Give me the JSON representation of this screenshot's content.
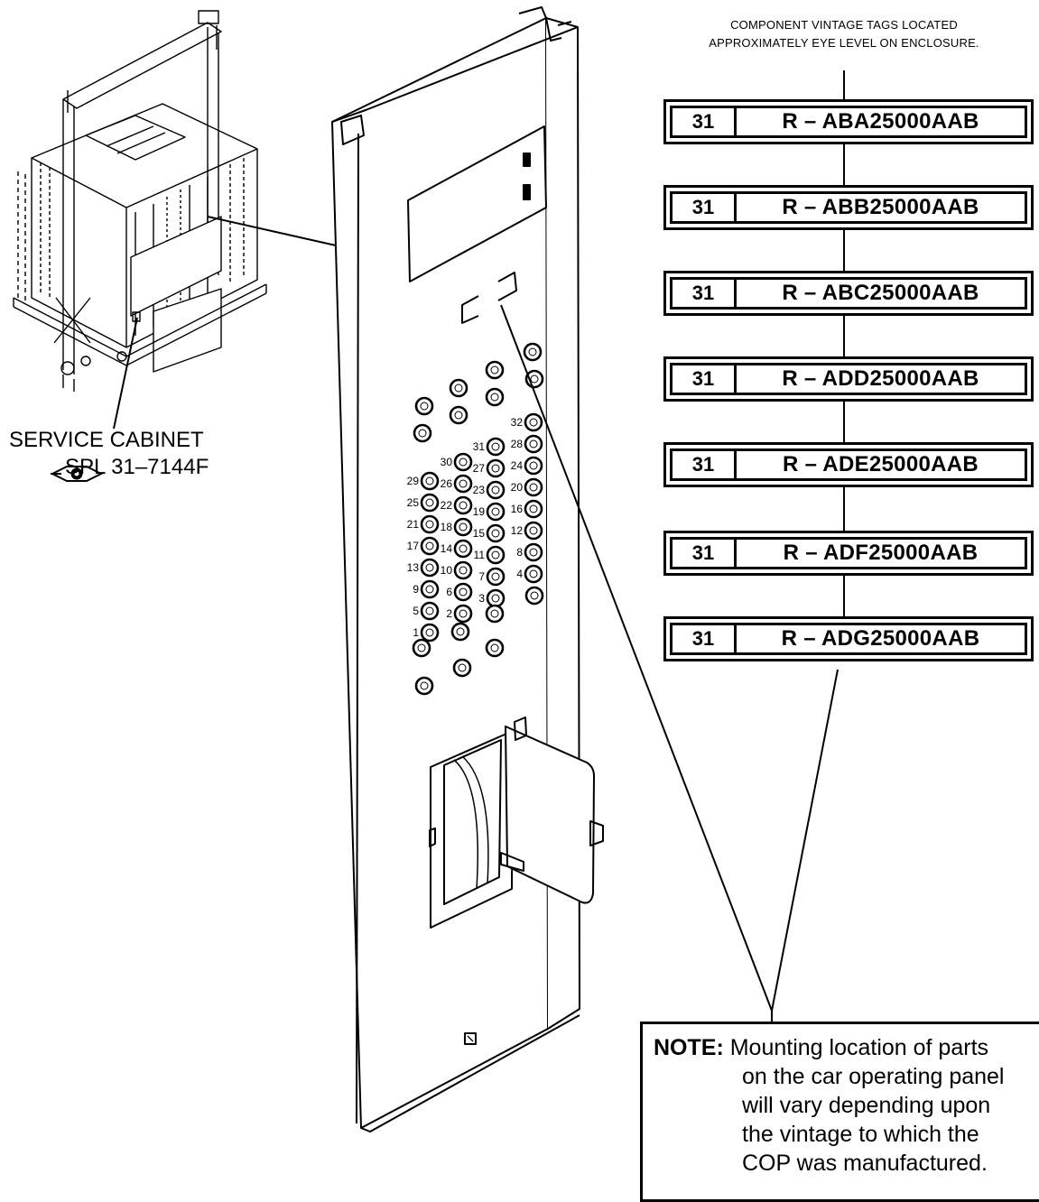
{
  "caption": {
    "line1": "COMPONENT VINTAGE TAGS LOCATED",
    "line2": "APPROXIMATELY EYE LEVEL ON ENCLOSURE."
  },
  "tags": [
    {
      "code": "31",
      "part": "R – ABA25000AAB"
    },
    {
      "code": "31",
      "part": "R – ABB25000AAB"
    },
    {
      "code": "31",
      "part": "R – ABC25000AAB"
    },
    {
      "code": "31",
      "part": "R – ADD25000AAB"
    },
    {
      "code": "31",
      "part": "R – ADE25000AAB"
    },
    {
      "code": "31",
      "part": "R – ADF25000AAB"
    },
    {
      "code": "31",
      "part": "R – ADG25000AAB"
    }
  ],
  "service_cabinet": {
    "title": "SERVICE CABINET",
    "icon": "eye-icon",
    "reference": "SPL 31–7144F"
  },
  "note": {
    "label": "NOTE:",
    "lines": [
      "Mounting location of parts",
      "on the car operating panel",
      "will vary depending upon",
      "the vintage to which the",
      "COP was manufactured."
    ]
  },
  "panel_buttons": {
    "col1": [
      "29",
      "25",
      "21",
      "17",
      "13",
      "9",
      "5",
      "1"
    ],
    "col2": [
      "30",
      "26",
      "22",
      "18",
      "14",
      "10",
      "6",
      "2"
    ],
    "col3": [
      "31",
      "27",
      "23",
      "19",
      "15",
      "11",
      "7",
      "3"
    ],
    "col4": [
      "32",
      "28",
      "24",
      "20",
      "16",
      "12",
      "8",
      "4"
    ]
  }
}
